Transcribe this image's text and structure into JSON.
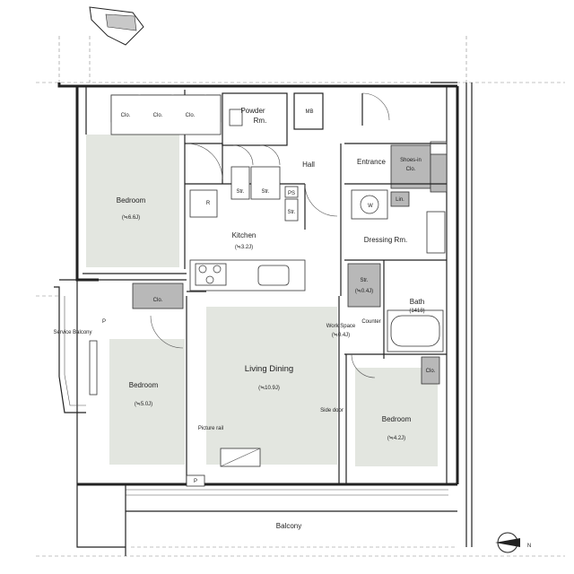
{
  "rooms": {
    "bedroom_ne": {
      "name": "Bedroom",
      "area": "(≒6.6J)"
    },
    "bedroom_w": {
      "name": "Bedroom",
      "area": "(≒5.0J)"
    },
    "bedroom_s": {
      "name": "Bedroom",
      "area": "(≒4.2J)"
    },
    "living_dining": {
      "name": "Living Dining",
      "area": "(≒10.9J)"
    },
    "kitchen": {
      "name": "Kitchen",
      "area": "(≒3.2J)"
    },
    "hall": {
      "name": "Hall"
    },
    "entrance": {
      "name": "Entrance"
    },
    "dressing": {
      "name": "Dressing Rm."
    },
    "bath": {
      "name": "Bath",
      "size": "(1418)"
    },
    "powder": {
      "name": "Powder",
      "name2": "Rm."
    },
    "balcony": {
      "name": "Balcony"
    },
    "service_balcony": {
      "name": "Service Balcony"
    }
  },
  "labels": {
    "clo": "Clo.",
    "str": "Str.",
    "str_04": "(≒0.4J)",
    "ps": "PS",
    "mb": "MB",
    "lin": "Lin.",
    "w": "W",
    "r": "R",
    "p": "P",
    "shoes_in": "Shoes-in",
    "shoes_clo": "Clo.",
    "work_space": "Work Space",
    "work_space_area": "(≒0.4J)",
    "counter": "Counter",
    "side_door": "Side door",
    "picture_rail": "Picture rail",
    "north": "N"
  }
}
